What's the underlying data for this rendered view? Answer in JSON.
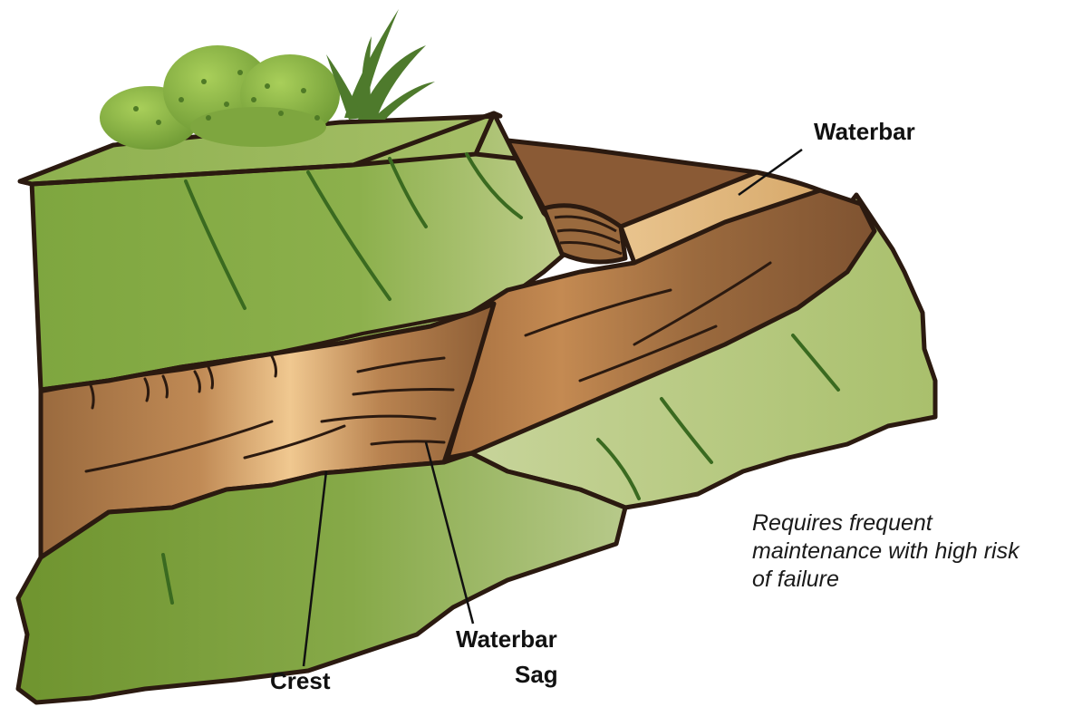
{
  "labels": {
    "waterbar_top": "Waterbar",
    "waterbar_sag_line1": "Waterbar",
    "waterbar_sag_line2": "Sag",
    "crest": "Crest"
  },
  "note": {
    "line1": "Requires frequent",
    "line2": "maintenance with high risk",
    "line3": "of failure"
  },
  "colors": {
    "outline": "#2b1a10",
    "grass_light": "#b9c98a",
    "grass_mid": "#8fb052",
    "grass_dark": "#6a8f2e",
    "soil_dark": "#8a5a35",
    "soil_light": "#e0b47a",
    "bush": "#7aa640",
    "grass_tuft": "#4e7a2c"
  }
}
